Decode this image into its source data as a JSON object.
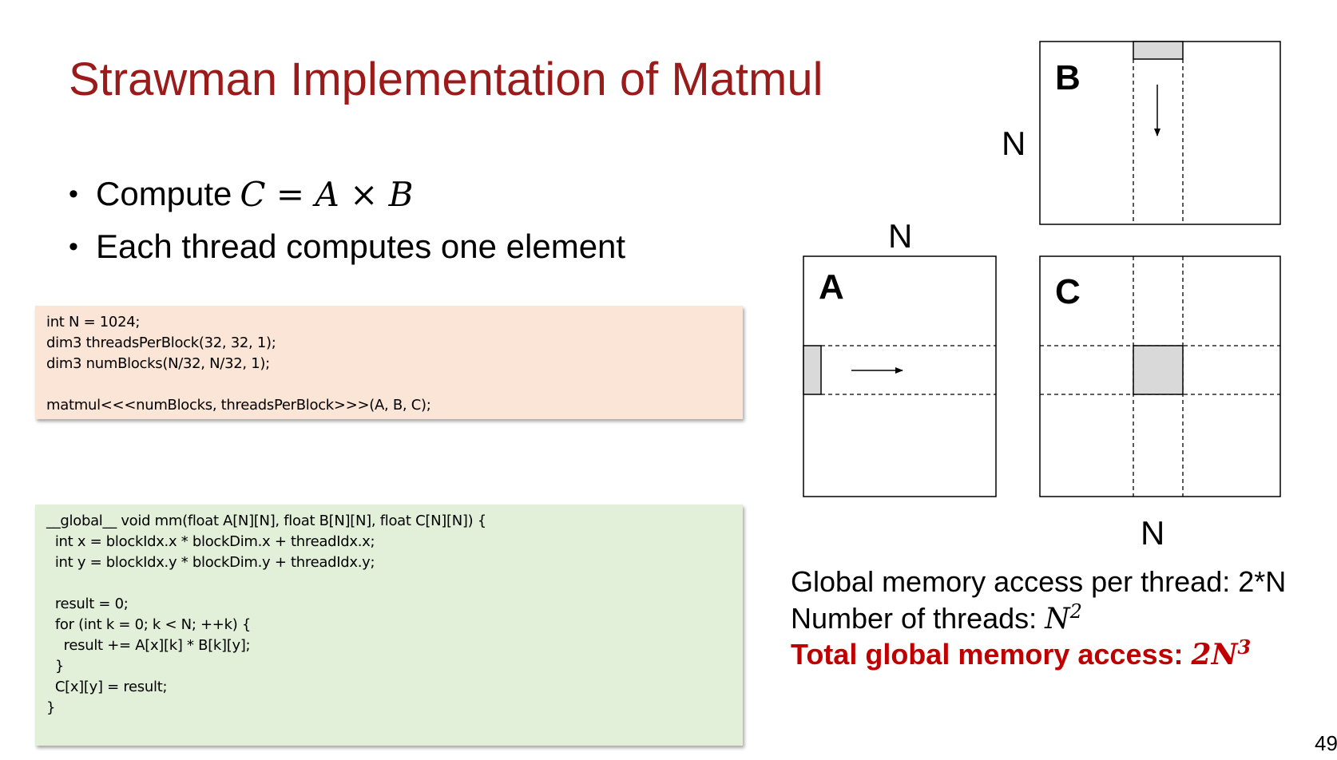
{
  "slide": {
    "title": "Strawman Implementation of Matmul",
    "page_number": "49"
  },
  "bullets": {
    "b1_prefix": "Compute ",
    "b1_math": "C = A × B",
    "b2": "Each thread computes one element"
  },
  "code_host": {
    "lines": [
      "int N = 1024;",
      "dim3 threadsPerBlock(32, 32, 1);",
      "dim3 numBlocks(N/32, N/32, 1);",
      "",
      "matmul<<<numBlocks, threadsPerBlock>>>(A, B, C);"
    ]
  },
  "code_kernel": {
    "lines": [
      "__global__ void mm(float A[N][N], float B[N][N], float C[N][N]) {",
      "  int x = blockIdx.x * blockDim.x + threadIdx.x;",
      "  int y = blockIdx.y * blockDim.y + threadIdx.y;",
      "",
      "  result = 0;",
      "  for (int k = 0; k < N; ++k) {",
      "    result += A[x][k] * B[k][y];",
      "  }",
      "  C[x][y] = result;",
      "}"
    ]
  },
  "diagram": {
    "matrix_a": "A",
    "matrix_b": "B",
    "matrix_c": "C",
    "dim_b_left": "N",
    "dim_a_top": "N",
    "dim_c_bottom": "N",
    "colors": {
      "highlight": "#d9d9d9",
      "stroke": "#000000"
    }
  },
  "stats": {
    "line1": "Global memory access per thread: 2*N",
    "line2_prefix": "Number of threads: ",
    "line2_base": "N",
    "line2_exp": "2",
    "line3_prefix": "Total global memory access: ",
    "line3_base": "2N",
    "line3_exp": "3",
    "accent_color": "#c00000"
  }
}
